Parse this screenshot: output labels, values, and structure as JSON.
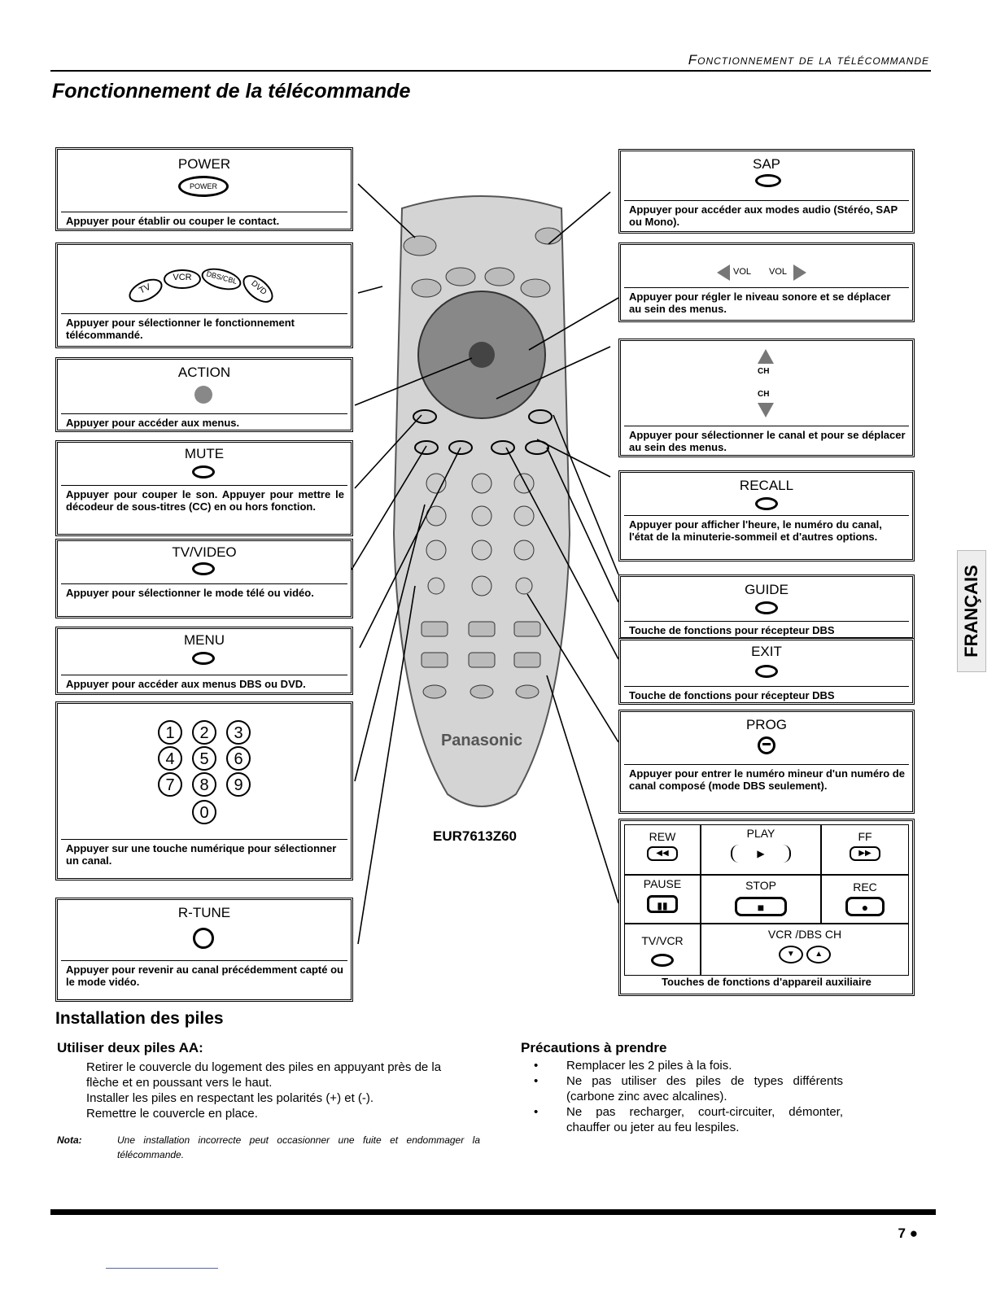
{
  "header": {
    "running_head": "Fonctionnement de la télécommande",
    "page_title": "Fonctionnement de la télécommande"
  },
  "left_boxes": {
    "power": {
      "label": "POWER",
      "button": "POWER",
      "desc": "Appuyer pour établir ou couper le contact."
    },
    "mode": {
      "buttons": [
        "TV",
        "VCR",
        "DBS/CBL",
        "DVD"
      ],
      "desc": "Appuyer pour sélectionner le fonctionnement télécommandé."
    },
    "action": {
      "label": "ACTION",
      "desc": "Appuyer pour accéder aux menus."
    },
    "mute": {
      "label": "MUTE",
      "desc": "Appuyer pour couper le son. Appuyer pour mettre le décodeur de sous-titres (CC) en ou hors fonction."
    },
    "tvvideo": {
      "label": "TV/VIDEO",
      "desc": "Appuyer pour sélectionner le mode télé ou vidéo."
    },
    "menu": {
      "label": "MENU",
      "desc": "Appuyer pour accéder aux menus DBS ou DVD."
    },
    "numeric": {
      "keys": [
        "1",
        "2",
        "3",
        "4",
        "5",
        "6",
        "7",
        "8",
        "9",
        "0"
      ],
      "desc": "Appuyer sur une touche numérique pour sélectionner un canal."
    },
    "rtune": {
      "label": "R-TUNE",
      "desc": "Appuyer pour revenir au canal précédemment capté ou le mode vidéo."
    }
  },
  "right_boxes": {
    "sap": {
      "label": "SAP",
      "desc": "Appuyer pour accéder aux modes audio (Stéréo, SAP ou Mono)."
    },
    "vol": {
      "left": "VOL",
      "right": "VOL",
      "desc": "Appuyer pour régler le niveau sonore et se déplacer au sein des menus."
    },
    "ch": {
      "up": "CH",
      "down": "CH",
      "desc": "Appuyer pour sélectionner le canal et pour se déplacer au sein des menus."
    },
    "recall": {
      "label": "RECALL",
      "desc": "Appuyer pour afficher l'heure, le numéro du canal, l'état de la minuterie-sommeil et d'autres options."
    },
    "guide": {
      "label": "GUIDE",
      "desc": "Touche de fonctions pour récepteur DBS"
    },
    "exit": {
      "label": "EXIT",
      "desc": "Touche de fonctions pour récepteur DBS"
    },
    "prog": {
      "label": "PROG",
      "desc": "Appuyer pour entrer le numéro mineur d'un numéro de canal composé (mode DBS seulement)."
    },
    "aux": {
      "rew": "REW",
      "play": "PLAY",
      "ff": "FF",
      "pause": "PAUSE",
      "stop": "STOP",
      "rec": "REC",
      "tvvcr": "TV/VCR",
      "vcrdbs": "VCR /DBS CH",
      "caption": "Touches de fonctions d'appareil auxiliaire"
    }
  },
  "remote": {
    "model": "EUR7613Z60",
    "brand": "Panasonic"
  },
  "install": {
    "title": "Installation des piles",
    "subtitle": "Utiliser deux piles AA:",
    "p1": "Retirer le couvercle du logement des piles en appuyant près de la flèche et en poussant vers le haut.",
    "p2": "Installer les piles en respectant les polarités (+) et (-).",
    "p3": "Remettre le couvercle en place.",
    "nota_label": "Nota:",
    "nota_text": "Une installation incorrecte peut occasionner une fuite et endommager la télécommande."
  },
  "precautions": {
    "title": "Précautions à prendre",
    "items": [
      "Remplacer les 2 piles à la fois.",
      "Ne pas utiliser des piles de types différents (carbone zinc avec alcalines).",
      "Ne pas recharger, court-circuiter, démonter, chauffer ou jeter au feu lespiles."
    ]
  },
  "side_tab": "FRANÇAIS",
  "page_number": "7"
}
